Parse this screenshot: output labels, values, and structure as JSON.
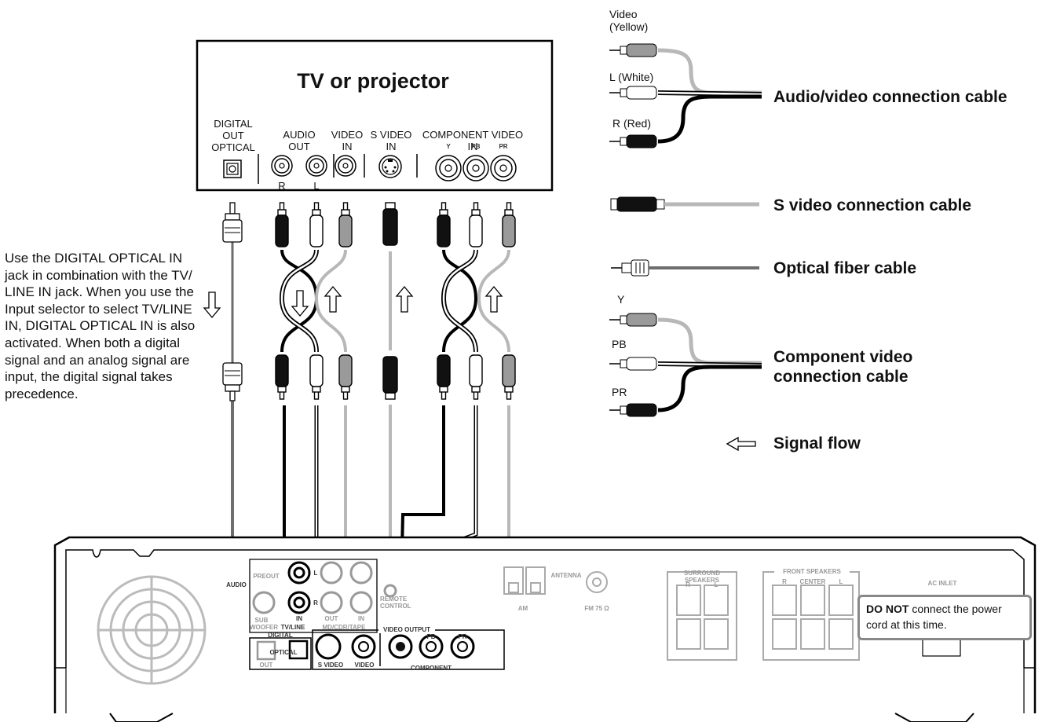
{
  "tv": {
    "title": "TV or projector",
    "jacks": {
      "digital_out": "DIGITAL\nOUT\nOPTICAL",
      "audio_out": "AUDIO\nOUT",
      "audio_r": "R",
      "audio_l": "L",
      "video_in": "VIDEO\nIN",
      "s_video_in": "S VIDEO\nIN",
      "component_video_in": "COMPONENT VIDEO IN",
      "comp_y": "Y",
      "comp_pb": "PB",
      "comp_pr": "PR"
    }
  },
  "legend": {
    "video_yellow": "Video\n(Yellow)",
    "l_white": "L (White)",
    "r_red": "R (Red)",
    "av_cable": "Audio/video connection cable",
    "s_video_cable": "S video connection cable",
    "optical_cable": "Optical fiber cable",
    "y": "Y",
    "pb": "PB",
    "pr": "PR",
    "component_cable": "Component video\nconnection cable",
    "signal_flow": "Signal flow"
  },
  "side_note": "Use the DIGITAL OPTICAL IN jack in combination with the TV/ LINE IN jack. When you use the Input selector to select TV/LINE IN, DIGITAL OPTICAL IN is also activated. When both a digital signal and an analog signal are input, the digital signal takes precedence.",
  "receiver": {
    "audio": "AUDIO",
    "preout": "PREOUT",
    "l": "L",
    "r": "R",
    "in1": "IN",
    "out": "OUT",
    "in2": "IN",
    "sub_woofer": "SUB\nWOOFER",
    "tv_line": "TV/LINE",
    "md_cd_tape": "MD/CDR/TAPE",
    "digital": "DIGITAL",
    "optical": "OPTICAL",
    "opt_out": "OUT",
    "s_video": "S VIDEO",
    "video": "VIDEO",
    "video_output": "VIDEO OUTPUT",
    "component": "COMPONENT",
    "comp_y": "Y",
    "comp_pb": "PB",
    "comp_pr": "PR",
    "remote_control": "REMOTE\nCONTROL",
    "antenna": "ANTENNA",
    "am": "AM",
    "fm": "FM 75 Ω",
    "surround_speakers": "SURROUND\nSPEAKERS",
    "sr_r": "R",
    "sr_l": "L",
    "front_speakers": "FRONT SPEAKERS",
    "fr_r": "R",
    "fr_center": "CENTER",
    "fr_l": "L",
    "ac_inlet": "AC INLET"
  },
  "warning": {
    "bold": "DO NOT",
    "text": " connect the power cord at this time."
  },
  "colors": {
    "red_cable": "#111111",
    "white_cable": "#ffffff",
    "yellow_cable": "#9a9a9a",
    "cable_grey": "#b8b8b8",
    "optical_grey": "#6e6e6e"
  }
}
